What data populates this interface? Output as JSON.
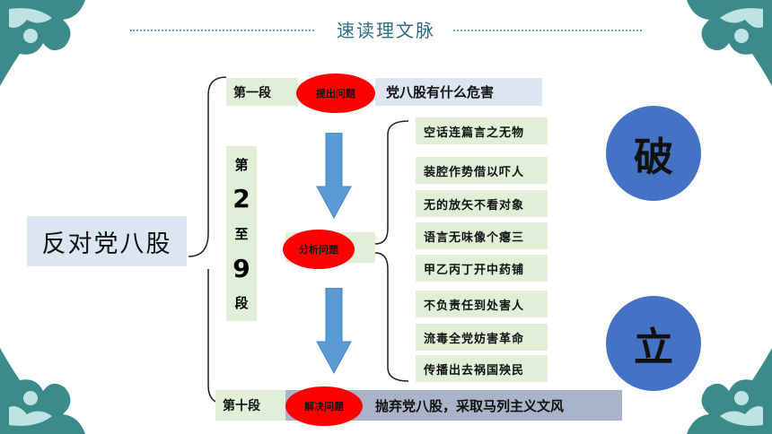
{
  "header": {
    "title": "速读理文脉"
  },
  "main_topic": "反对党八股",
  "section1": {
    "label": "第一段",
    "tag": "提出问题",
    "content": "党八股有什么危害"
  },
  "section2": {
    "label_chars": [
      "第",
      "2",
      "至",
      "9",
      "段"
    ],
    "tag": "分析问题"
  },
  "items": [
    "空话连篇言之无物",
    "装腔作势借以吓人",
    "无的放矢不看对象",
    "语言无味像个瘪三",
    "甲乙丙丁开中药铺",
    "不负责任到处害人",
    "流毒全党妨害革命",
    "传播出去祸国殃民"
  ],
  "section3": {
    "label": "第十段",
    "tag": "解决问题",
    "content": "抛弃党八股，采取马列主义文风"
  },
  "side": {
    "break": "破",
    "build": "立"
  },
  "colors": {
    "accent_teal": "#2e6f86",
    "oval_red": "#ff0000",
    "circle_blue": "#4472c4",
    "arrow_blue": "#5b9bd5"
  }
}
